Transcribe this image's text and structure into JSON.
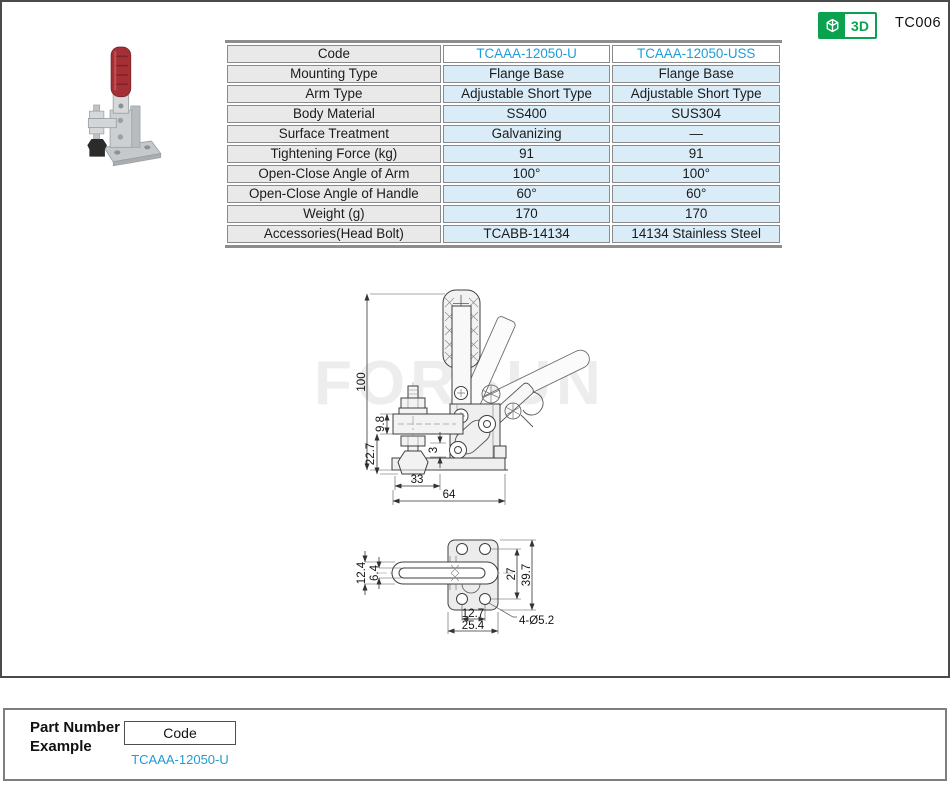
{
  "page": {
    "code_ref": "TC006",
    "badge_3d_label": "3D",
    "watermark": "FORSUN",
    "accent_green": "#0ba24f",
    "accent_blue": "#1e9cd7",
    "table_header_bg": "#e9e9e9",
    "table_value_bg": "#d9ecf8"
  },
  "table": {
    "rows": [
      {
        "label": "Code",
        "values": [
          "TCAAA-12050-U",
          "TCAAA-12050-USS"
        ]
      },
      {
        "label": "Mounting Type",
        "values": [
          "Flange Base",
          "Flange Base"
        ]
      },
      {
        "label": "Arm Type",
        "values": [
          "Adjustable Short Type",
          "Adjustable Short Type"
        ]
      },
      {
        "label": "Body Material",
        "values": [
          "SS400",
          "SUS304"
        ]
      },
      {
        "label": "Surface Treatment",
        "values": [
          "Galvanizing",
          "—"
        ]
      },
      {
        "label": "Tightening Force (kg)",
        "values": [
          "91",
          "91"
        ]
      },
      {
        "label": "Open-Close Angle of Arm",
        "values": [
          "100°",
          "100°"
        ]
      },
      {
        "label": "Open-Close Angle of Handle",
        "values": [
          "60°",
          "60°"
        ]
      },
      {
        "label": "Weight (g)",
        "values": [
          "170",
          "170"
        ]
      },
      {
        "label": "Accessories(Head Bolt)",
        "values": [
          "TCABB-14134",
          "14134 Stainless Steel"
        ]
      }
    ]
  },
  "drawing_front": {
    "overall_height": "100",
    "arm_height": "9.8",
    "arm_to_tip": "22.7",
    "tip_adjust": "3",
    "spindle_offset": "33",
    "base_length": "64"
  },
  "drawing_top": {
    "arm_width": "12.4",
    "slot_width": "6.4",
    "hole_pitch_long": "27",
    "base_width": "39.7",
    "hole_pitch_short": "12.7",
    "base_depth": "25.4",
    "mounting_holes": "4-Ø5.2"
  },
  "part_number": {
    "title_line1": "Part Number",
    "title_line2": "Example",
    "code_label": "Code",
    "example_code": "TCAAA-12050-U"
  }
}
